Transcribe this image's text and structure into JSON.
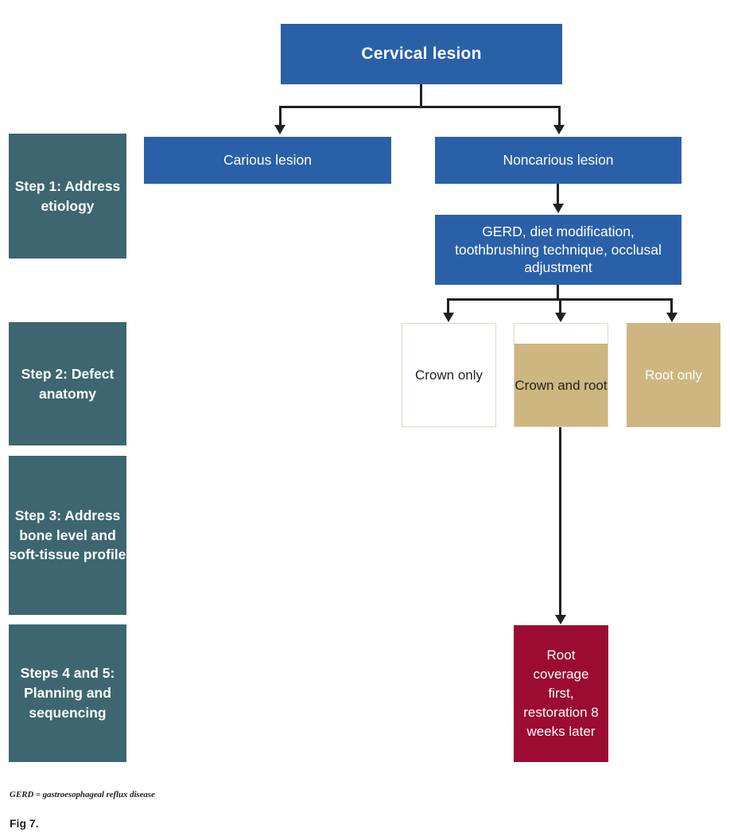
{
  "figure": {
    "label": "Fig 7.",
    "legend": "GERD = gastroesophageal reflux disease"
  },
  "colors": {
    "blue": "#2a60a8",
    "teal": "#3d6670",
    "tan": "#cdb680",
    "maroon": "#9c0b32",
    "white": "#ffffff",
    "line": "#231f20",
    "border": "#ded5c4"
  },
  "steps": [
    {
      "id": "step-1",
      "text": "Step 1: Address etiology"
    },
    {
      "id": "step-2",
      "text": "Step 2: Defect anatomy"
    },
    {
      "id": "step-3",
      "text": "Step 3: Address bone level and soft-tissue profile"
    },
    {
      "id": "step-4-5",
      "text": "Steps 4 and 5: Planning and sequencing"
    }
  ],
  "nodes": {
    "root": "Cervical lesion",
    "carious": "Carious lesion",
    "noncarious": "Noncarious lesion",
    "etiology_actions": "GERD, diet modification, toothbrushing technique, occlusal adjustment",
    "crown_only": "Crown only",
    "crown_and_root": "Crown and root",
    "root_only": "Root only",
    "outcome": "Root coverage first, restoration 8 weeks later"
  }
}
